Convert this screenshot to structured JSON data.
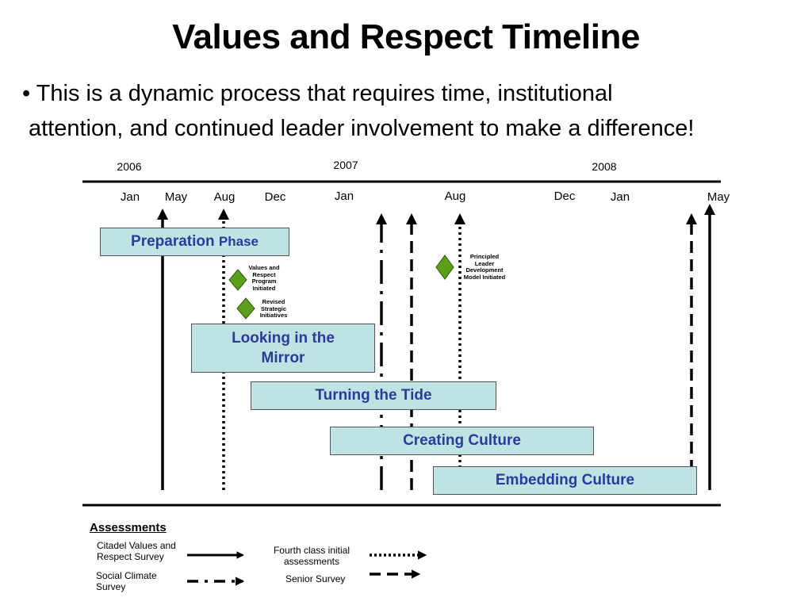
{
  "title": "Values and Respect Timeline",
  "bullet": {
    "line1": "• This is a dynamic process that requires time, institutional",
    "line2": "attention, and continued leader involvement to make a difference!"
  },
  "years": [
    "2006",
    "2007",
    "2008"
  ],
  "months": [
    "Jan",
    "May",
    "Aug",
    "Dec",
    "Jan",
    "Aug",
    "Dec",
    "Jan",
    "May"
  ],
  "phases": {
    "preparation_main": "Preparation",
    "preparation_sub": "Phase",
    "mirror_l1": "Looking in the",
    "mirror_l2": "Mirror",
    "tide": "Turning the Tide",
    "creating": "Creating Culture",
    "embedding": "Embedding Culture"
  },
  "milestones": {
    "vrp": [
      "Values and",
      "Respect",
      "Program",
      "Initiated"
    ],
    "rsi": [
      "Revised",
      "Strategic",
      "Initiatives"
    ],
    "pldm": [
      "Principled",
      "Leader",
      "Development",
      "Model  Initiated"
    ]
  },
  "legend": {
    "title": "Assessments",
    "citadel_l1": "Citadel Values and",
    "citadel_l2": "Respect Survey",
    "social_l1": "Social Climate",
    "social_l2": "Survey",
    "fourth_l1": "Fourth class initial",
    "fourth_l2": "assessments",
    "senior": "Senior Survey"
  },
  "colors": {
    "phase_fill": "#bfe3e3",
    "phase_text": "#2b3a9c",
    "diamond": "#5a9e1a"
  }
}
